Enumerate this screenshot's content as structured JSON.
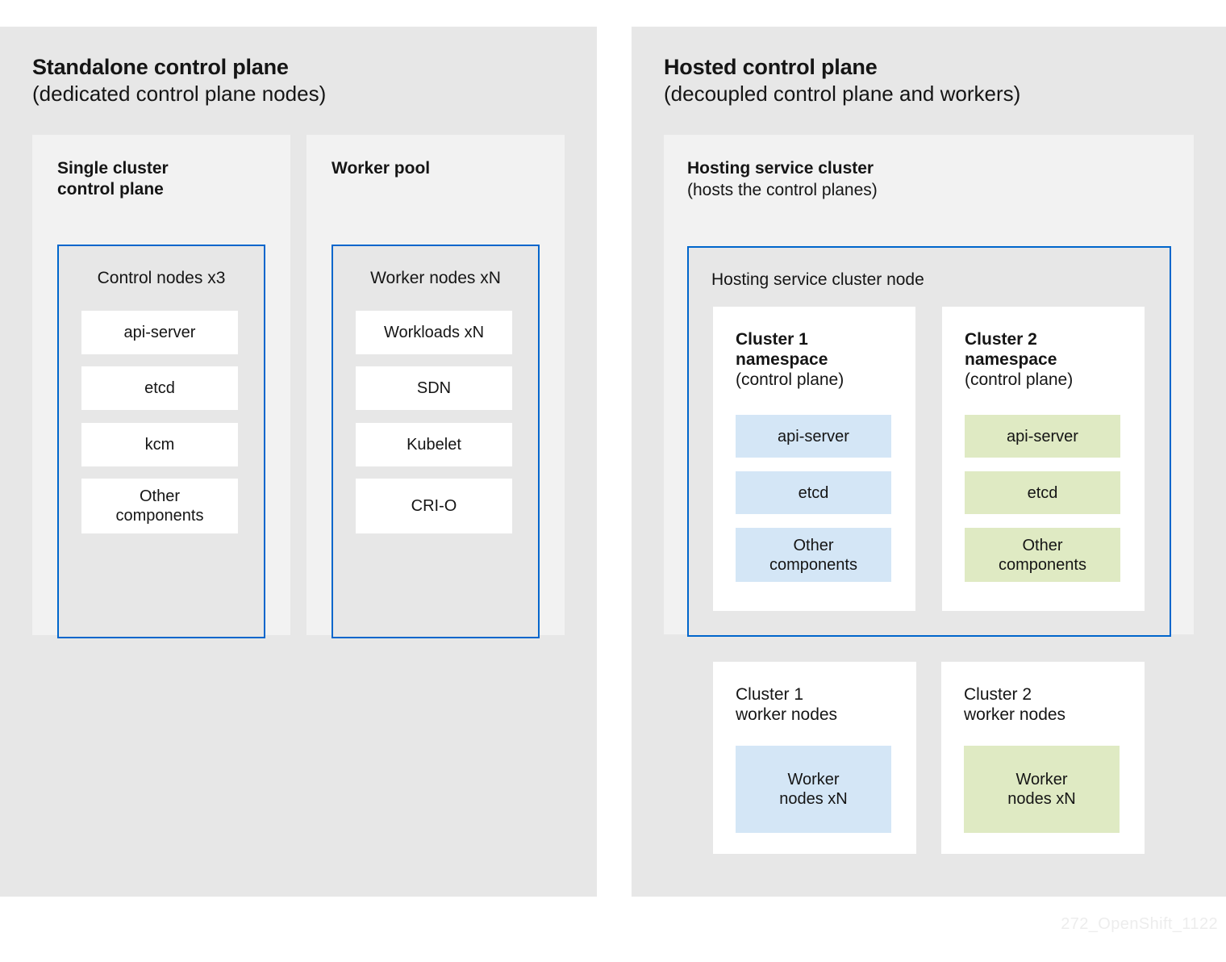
{
  "diagram": {
    "watermark": "272_OpenShift_1122",
    "colors": {
      "panel_background": "#e7e7e7",
      "section_background": "#f2f2f2",
      "node_border": "#0066cc",
      "chip_white": "#ffffff",
      "chip_blue": "#d4e6f6",
      "chip_green": "#dfeac3",
      "text": "#151515",
      "watermark": "#ededed"
    }
  },
  "standalone": {
    "title": "Standalone control plane",
    "subtitle": "(dedicated control plane nodes)",
    "sections": [
      {
        "title": "Single cluster\ncontrol plane",
        "node_label": "Control nodes  x3",
        "chips": [
          "api-server",
          "etcd",
          "kcm",
          "Other\ncomponents"
        ]
      },
      {
        "title": "Worker pool",
        "node_label": "Worker nodes  xN",
        "chips": [
          "Workloads  xN",
          "SDN",
          "Kubelet",
          "CRI-O"
        ]
      }
    ]
  },
  "hosted": {
    "title": "Hosted control plane",
    "subtitle": "(decoupled control plane and workers)",
    "hosting_section": {
      "title": "Hosting service cluster",
      "subtitle": "(hosts the control planes)",
      "node_label": "Hosting service cluster node",
      "namespaces": [
        {
          "title": "Cluster 1\nnamespace",
          "subtitle": "(control plane)",
          "chips": [
            "api-server",
            "etcd",
            "Other\ncomponents"
          ]
        },
        {
          "title": "Cluster 2\nnamespace",
          "subtitle": "(control plane)",
          "chips": [
            "api-server",
            "etcd",
            "Other\ncomponents"
          ]
        }
      ]
    },
    "worker_cards": [
      {
        "title": "Cluster 1\nworker nodes",
        "chip": "Worker\nnodes  xN"
      },
      {
        "title": "Cluster 2\nworker nodes",
        "chip": "Worker\nnodes  xN"
      }
    ]
  }
}
